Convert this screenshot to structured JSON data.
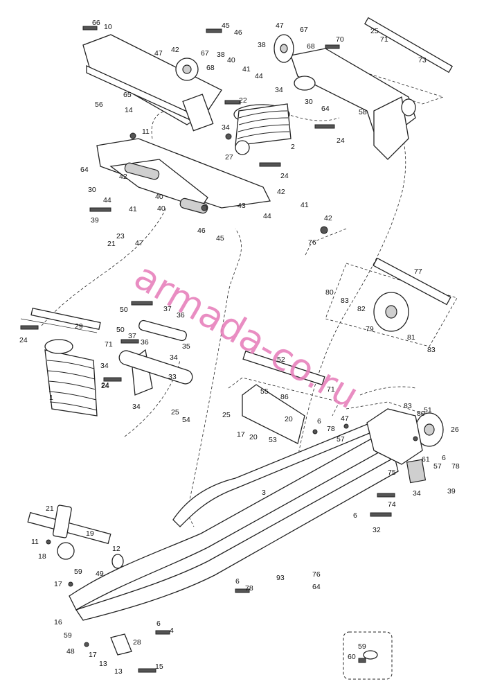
{
  "watermark": {
    "text": "armada-co.ru",
    "color": "#e67ab8"
  },
  "callouts": [
    "66",
    "10",
    "45",
    "46",
    "47",
    "67",
    "70",
    "25",
    "71",
    "47",
    "38",
    "42",
    "38",
    "67",
    "68",
    "73",
    "40",
    "41",
    "68",
    "44",
    "65",
    "34",
    "22",
    "30",
    "64",
    "56",
    "14",
    "58",
    "11",
    "34",
    "2",
    "24",
    "27",
    "24",
    "64",
    "42",
    "30",
    "44",
    "40",
    "42",
    "41",
    "39",
    "23",
    "47",
    "21",
    "43",
    "44",
    "40",
    "46",
    "45",
    "41",
    "42",
    "76",
    "77",
    "50",
    "37",
    "36",
    "80",
    "83",
    "82",
    "79",
    "29",
    "24",
    "71",
    "50",
    "37",
    "36",
    "35",
    "34",
    "24",
    "81",
    "83",
    "34",
    "1",
    "24",
    "52",
    "34",
    "33",
    "25",
    "54",
    "71",
    "55",
    "86",
    "20",
    "25",
    "17",
    "20",
    "53",
    "6",
    "78",
    "47",
    "57",
    "83",
    "80",
    "51",
    "26",
    "61",
    "6",
    "78",
    "57",
    "75",
    "34",
    "39",
    "3",
    "74",
    "21",
    "19",
    "6",
    "32",
    "11",
    "12",
    "18",
    "59",
    "49",
    "93",
    "76",
    "64",
    "17",
    "6",
    "78",
    "16",
    "6",
    "4",
    "59",
    "28",
    "48",
    "17",
    "13",
    "13",
    "15",
    "59",
    "60"
  ],
  "inset_callouts": [
    "59",
    "60"
  ]
}
